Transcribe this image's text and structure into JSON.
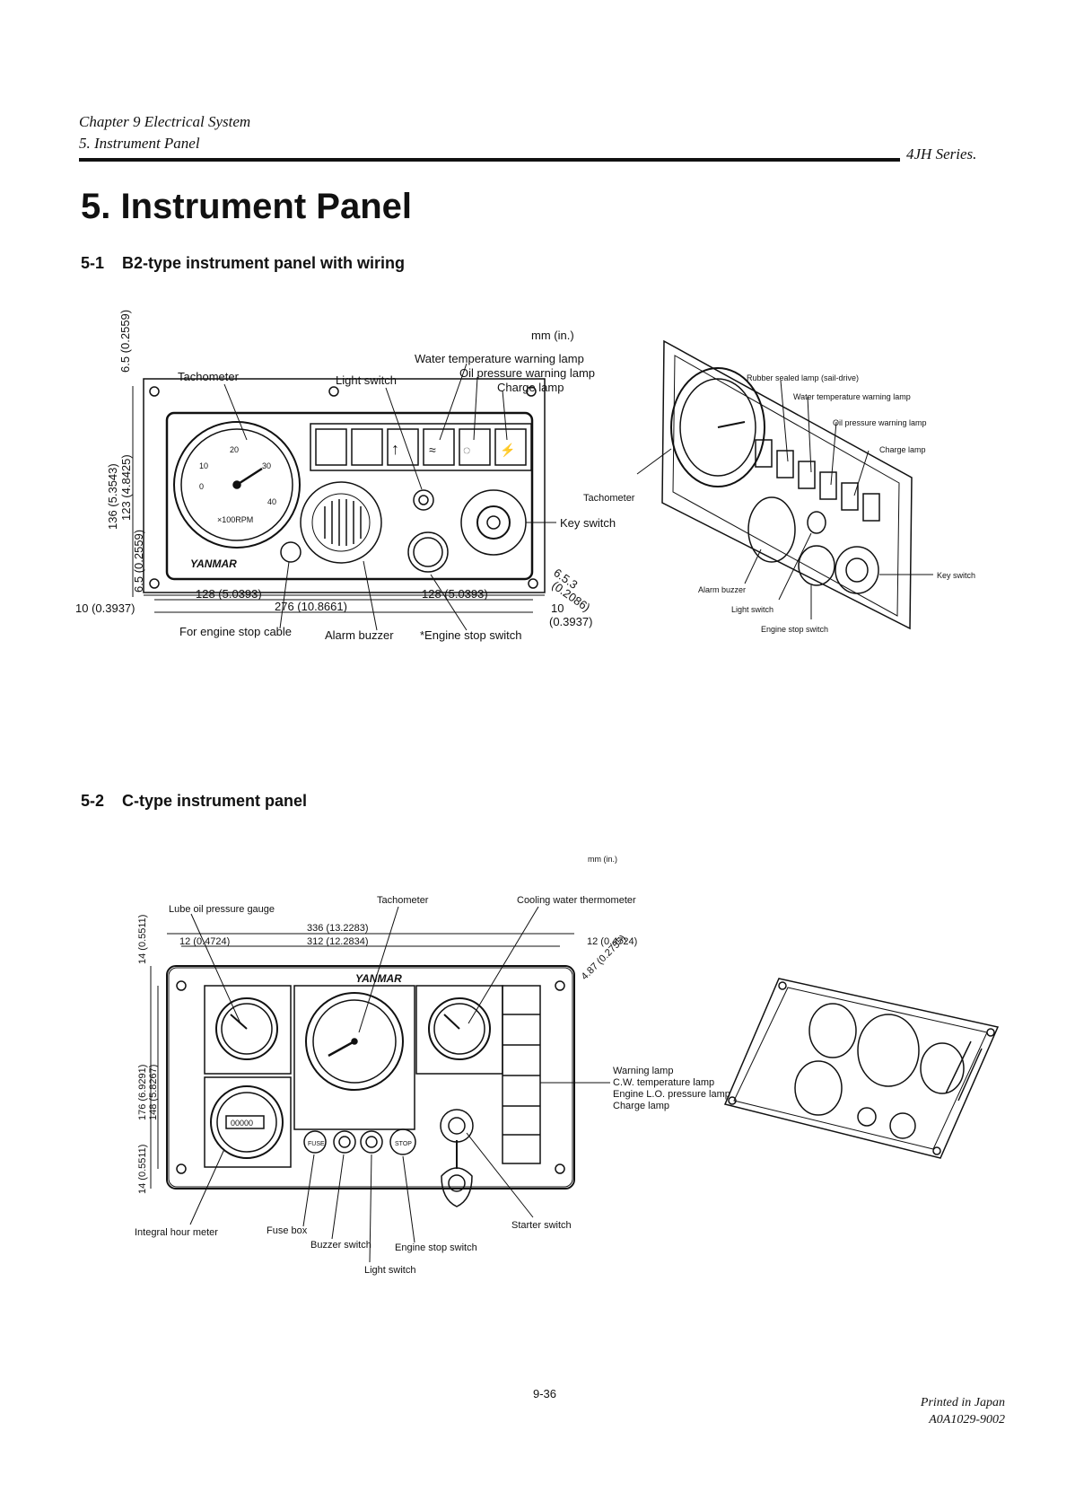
{
  "header": {
    "chapter": "Chapter 9 Electrical System",
    "section": "5.  Instrument Panel",
    "series": "4JH Series."
  },
  "title": "5. Instrument Panel",
  "section1": {
    "number": "5-1",
    "heading": "B2-type instrument panel with wiring",
    "unit": "mm (in.)",
    "brand": "YANMAR",
    "labels": {
      "water_temp_lamp": "Water temperature warning lamp",
      "oil_pressure_lamp": "Oil pressure warning lamp",
      "charge_lamp": "Charge lamp",
      "tachometer": "Tachometer",
      "light_switch": "Light switch",
      "key_switch": "Key switch",
      "tachometer_side": "Tachometer",
      "stop_cable": "For engine stop cable",
      "alarm_buzzer": "Alarm buzzer",
      "engine_stop": "*Engine stop switch",
      "gauge_units": "×100RPM"
    },
    "dims": {
      "top_offset": "6.5 (0.2559)",
      "height_outer": "136 (5.3543)",
      "height_inner": "123 (4.8425)",
      "bottom_offset": "6.5 (0.2559)",
      "half_left": "128 (5.0393)",
      "half_right": "128 (5.0393)",
      "total_width": "276 (10.8661)",
      "left_margin": "10 (0.3937)",
      "right_margin_a": "10",
      "right_margin_b": "(0.3937)",
      "hole_a": "6.5.3",
      "hole_b": "(0.2086)"
    },
    "gauge_ticks": [
      "10",
      "20",
      "30",
      "40",
      "0"
    ],
    "persp_labels": {
      "rubber_lamp": "Rubber sealed lamp (sail-drive)",
      "water_temp": "Water temperature warning lamp",
      "oil_pressure": "Oil pressure warning lamp",
      "charge": "Charge lamp",
      "key_switch": "Key switch",
      "alarm_buzzer": "Alarm buzzer",
      "light_switch": "Light switch",
      "engine_stop": "Engine stop switch"
    }
  },
  "section2": {
    "number": "5-2",
    "heading": "C-type instrument panel",
    "unit": "mm (in.)",
    "brand": "YANMAR",
    "labels": {
      "tachometer": "Tachometer",
      "cooling_water": "Cooling water thermometer",
      "lube_oil": "Lube oil pressure gauge",
      "warning_lamp": "Warning lamp",
      "cw_temp": "C.W. temperature lamp",
      "engine_lo": "Engine L.O. pressure lamp",
      "charge_lamp": "Charge lamp",
      "hour_meter": "Integral hour meter",
      "fuse_box": "Fuse box",
      "buzzer_switch": "Buzzer switch",
      "engine_stop": "Engine stop switch",
      "light_switch": "Light switch",
      "starter_switch": "Starter switch",
      "stop_btn": "STOP",
      "fuse_btn": "FUSE",
      "meter_digits": "00000"
    },
    "dims": {
      "outer_width": "336 (13.2283)",
      "inner_width": "312 (12.2834)",
      "left_margin": "12 (0.4724)",
      "right_margin": "12 (0.4724)",
      "hole": "4.87 (0.2755)",
      "top_offset": "14 (0.5511)",
      "height_outer": "176 (6.9291)",
      "height_inner": "148 (5.8267)",
      "bottom_offset": "14 (0.5511)"
    }
  },
  "footer": {
    "page": "9-36",
    "printed": "Printed in Japan",
    "code": "A0A1029-9002"
  }
}
